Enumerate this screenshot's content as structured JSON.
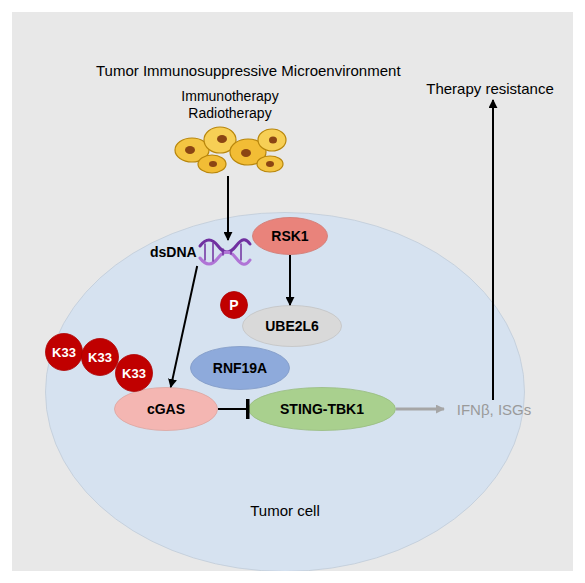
{
  "diagram": {
    "nodes": [
      {
        "text": [
          "Tumor Immunosuppressive Microenvironment"
        ]
      },
      {
        "text": [
          "Immunotherapy Radiotherapy"
        ],
        "in": 0
      },
      {
        "text": [
          "Therapy resistance"
        ],
        "in": 0
      },
      {
        "text": [
          "Tumor cell"
        ],
        "in": 0
      },
      {
        "text": [
          "dsDNA"
        ],
        "in": 3
      },
      {
        "text": [
          "RSK1"
        ],
        "in": 3
      },
      {
        "text": [
          "P"
        ],
        "in": 3
      },
      {
        "text": [
          "UBE2L6"
        ],
        "in": 3
      },
      {
        "text": [
          "K33"
        ],
        "in": 3
      },
      {
        "text": [
          "K33"
        ],
        "in": 3
      },
      {
        "text": [
          "K33"
        ],
        "in": 3
      },
      {
        "text": [
          "RNF19A"
        ],
        "in": 3
      },
      {
        "text": [
          "cGAS"
        ],
        "in": 3
      },
      {
        "text": [
          "STING-TBK1"
        ],
        "in": 3
      },
      {
        "text": [
          "IFNβ, ISGs"
        ],
        "in": 0
      }
    ],
    "edges": [
      {
        "from": 1,
        "to": 4,
        "arrow": "to"
      },
      {
        "from": 4,
        "to": 12,
        "arrow": "to"
      },
      {
        "from": 5,
        "to": 7,
        "arrow": "to"
      },
      {
        "from": 12,
        "to": 13,
        "arrow": "to"
      },
      {
        "from": 13,
        "to": 14,
        "arrow": "to"
      },
      {
        "from": 14,
        "to": 2,
        "arrow": "to"
      }
    ]
  }
}
